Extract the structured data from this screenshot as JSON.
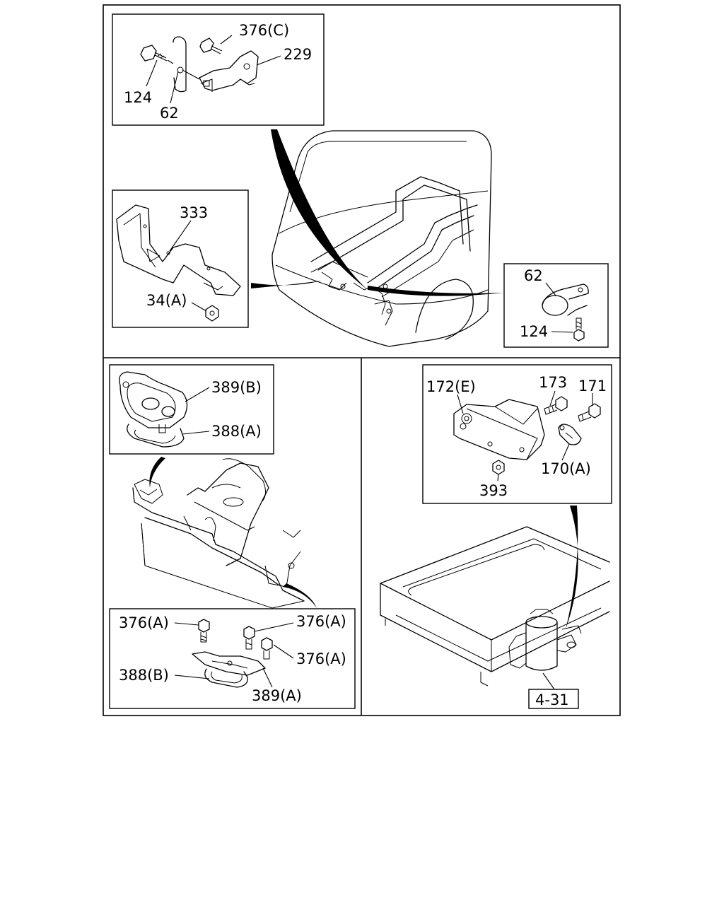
{
  "labels": {
    "l376C": "376(C)",
    "l229": "229",
    "l124a": "124",
    "l62a": "62",
    "l333": "333",
    "l34A": "34(A)",
    "l62b": "62",
    "l124b": "124",
    "l389B": "389(B)",
    "l388A": "388(A)",
    "l376A1": "376(A)",
    "l376A2": "376(A)",
    "l376A3": "376(A)",
    "l388B": "388(B)",
    "l389A": "389(A)",
    "l172E": "172(E)",
    "l173": "173",
    "l171": "171",
    "l170A": "170(A)",
    "l393": "393",
    "l4_31": "4-31"
  }
}
